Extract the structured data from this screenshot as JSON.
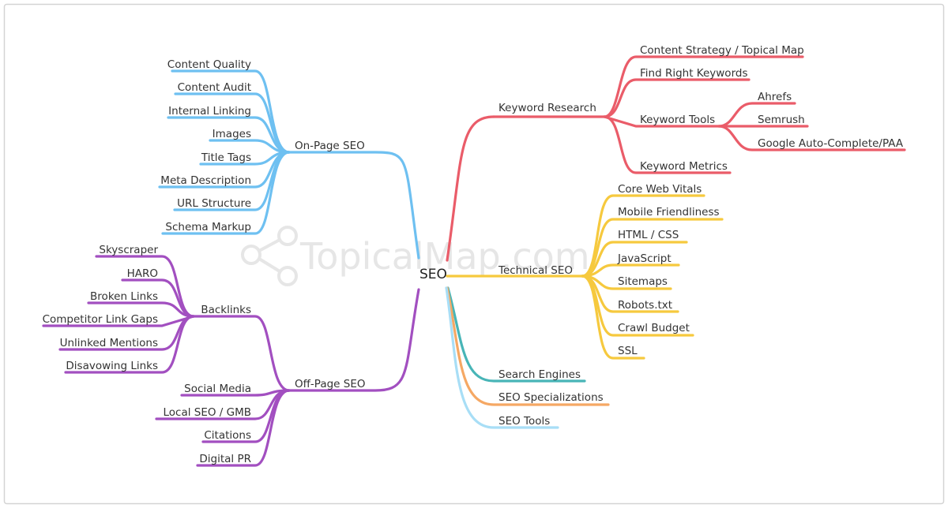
{
  "colors": {
    "keyword_research": "#ea5c69",
    "technical_seo": "#f6c93e",
    "on_page_seo": "#6ec0f1",
    "off_page_seo": "#a24fc0",
    "search_engines": "#48b5b7",
    "seo_specializations": "#f5a864",
    "seo_tools": "#a8def6",
    "frame_border": "#d4d4d4",
    "watermark": "#e6e6e6"
  },
  "watermark": {
    "text": "TopicalMap.com",
    "icon": "share-network-icon"
  },
  "root": "SEO",
  "branches": {
    "keyword_research": {
      "label": "Keyword Research",
      "children": [
        "Content Strategy / Topical Map",
        "Find Right Keywords",
        "Keyword Tools",
        "Keyword Metrics"
      ],
      "keyword_tools_children": [
        "Ahrefs",
        "Semrush",
        "Google Auto-Complete/PAA"
      ]
    },
    "technical_seo": {
      "label": "Technical SEO",
      "children": [
        "Core Web Vitals",
        "Mobile Friendliness",
        "HTML / CSS",
        "JavaScript",
        "Sitemaps",
        "Robots.txt",
        "Crawl Budget",
        "SSL"
      ]
    },
    "search_engines": {
      "label": "Search Engines"
    },
    "seo_specializations": {
      "label": "SEO Specializations"
    },
    "seo_tools": {
      "label": "SEO Tools"
    },
    "on_page_seo": {
      "label": "On-Page SEO",
      "children": [
        "Content Quality",
        "Content Audit",
        "Internal Linking",
        "Images",
        "Title Tags",
        "Meta Description",
        "URL Structure",
        "Schema Markup"
      ]
    },
    "off_page_seo": {
      "label": "Off-Page SEO",
      "children": [
        "Backlinks",
        "Social Media",
        "Local SEO / GMB",
        "Citations",
        "Digital PR"
      ],
      "backlinks_children": [
        "Skyscraper",
        "HARO",
        "Broken Links",
        "Competitor Link Gaps",
        "Unlinked Mentions",
        "Disavowing Links"
      ]
    }
  }
}
